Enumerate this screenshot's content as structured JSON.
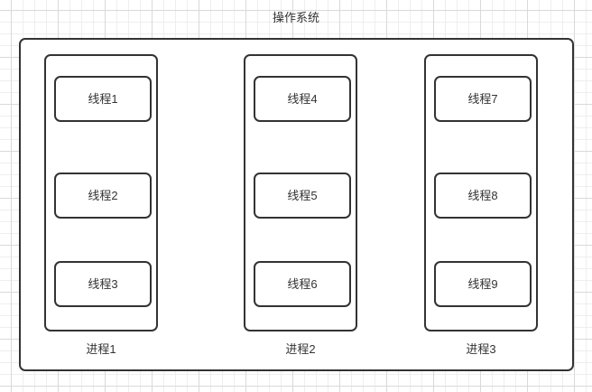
{
  "diagram": {
    "title": "操作系统",
    "colors": {
      "stroke": "#333333",
      "fill": "#ffffff",
      "text": "#333333",
      "grid_minor": "#eeeeee",
      "grid_major": "#d9d9d9"
    },
    "processes": [
      {
        "label": "进程1",
        "threads": [
          {
            "label": "线程1"
          },
          {
            "label": "线程2"
          },
          {
            "label": "线程3"
          }
        ]
      },
      {
        "label": "进程2",
        "threads": [
          {
            "label": "线程4"
          },
          {
            "label": "线程5"
          },
          {
            "label": "线程6"
          }
        ]
      },
      {
        "label": "进程3",
        "threads": [
          {
            "label": "线程7"
          },
          {
            "label": "线程8"
          },
          {
            "label": "线程9"
          }
        ]
      }
    ]
  }
}
